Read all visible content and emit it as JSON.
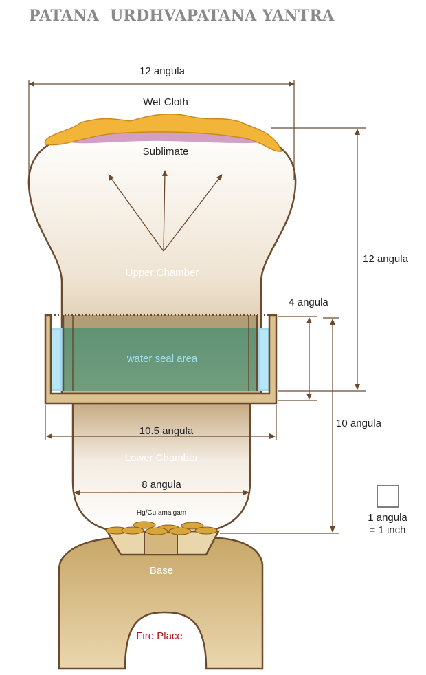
{
  "title": "PATANA  URDHVAPATANA YANTRA",
  "labels": {
    "top_width": "12 angula",
    "wet_cloth": "Wet Cloth",
    "sublimate": "Sublimate",
    "upper_chamber": "Upper Chamber",
    "upper_height": "12 angula",
    "seal_depth": "4 angula",
    "water_seal": "water seal area",
    "seal_width": "10.5 angula",
    "lower_height": "10 angula",
    "lower_chamber": "Lower Chamber",
    "bottom_width": "8 angula",
    "amalgam": "Hg/Cu amalgam",
    "base": "Base",
    "fire_place": "Fire Place",
    "legend_line1": "1 angula",
    "legend_line2": "= 1 inch"
  },
  "colors": {
    "outline": "#6b4a2e",
    "chamber_top": "#ffffff",
    "chamber_bottom": "#c8ad86",
    "water_green": "#4e8a66",
    "water_blue": "#9fd8ef",
    "cloth": "#f2b53a",
    "sublimate": "#c98fb8",
    "coins": "#d8a53a",
    "base_fill": "#dcc291",
    "fire_text": "#b0141a",
    "water_text": "#9fe0f2",
    "light_text": "#ffffff",
    "dark_text": "#222222"
  }
}
